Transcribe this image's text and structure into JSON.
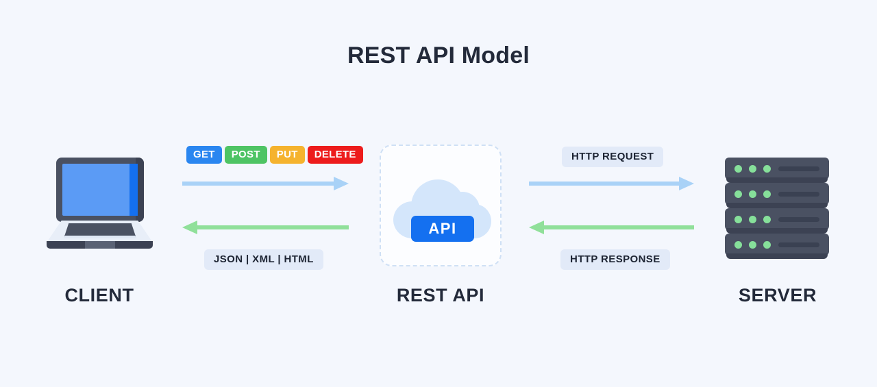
{
  "page": {
    "title": "REST API Model",
    "background_color": "#f4f7fd",
    "text_color": "#232a3a"
  },
  "nodes": {
    "client": {
      "label": "CLIENT",
      "icon": "laptop-icon"
    },
    "api": {
      "label": "REST API",
      "chip_label": "API",
      "icon": "cloud-icon",
      "chip_color": "#1470f0"
    },
    "server": {
      "label": "SERVER",
      "icon": "server-rack-icon",
      "rack_count": 4,
      "leds_per_rack": 3,
      "led_color": "#86e09a"
    }
  },
  "methods": [
    {
      "label": "GET",
      "color": "#2a86f0"
    },
    {
      "label": "POST",
      "color": "#4ec464"
    },
    {
      "label": "PUT",
      "color": "#f5b32e"
    },
    {
      "label": "DELETE",
      "color": "#ed1c1c"
    }
  ],
  "labels": {
    "formats": "JSON | XML | HTML",
    "http_request": "HTTP REQUEST",
    "http_response": "HTTP RESPONSE"
  },
  "arrows": {
    "request_color": "#a9d2f7",
    "response_color": "#90e09a",
    "client_to_api": "request",
    "api_to_client": "response",
    "api_to_server": "request",
    "server_to_api": "response"
  }
}
